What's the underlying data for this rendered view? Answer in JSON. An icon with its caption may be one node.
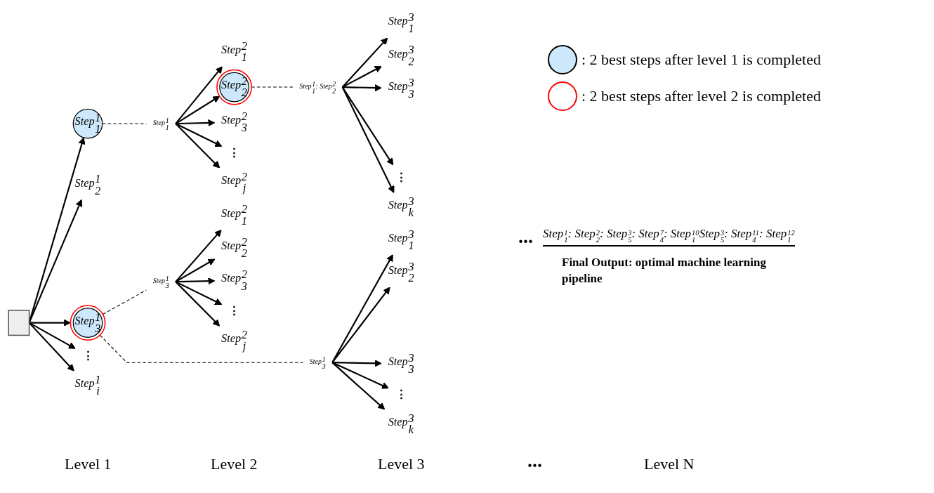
{
  "diagram": {
    "nodes": [
      {
        "text": [],
        "shape": "box"
      },
      {
        "text": [
          "Step$^{1}$$_{1}$"
        ]
      },
      {
        "text": [
          "Step$^{1}$$_{2}$"
        ]
      },
      {
        "text": [
          "Step$^{1}$$_{3}$"
        ]
      },
      {
        "text": [
          "⋮"
        ]
      },
      {
        "text": [
          "Step$^{1}$$_{i}$"
        ]
      },
      {
        "text": [
          "Step$^{1}$$_{1}$"
        ]
      },
      {
        "text": [
          "Step$^{2}$$_{1}$"
        ]
      },
      {
        "text": [
          "Step$^{2}$$_{2}$"
        ]
      },
      {
        "text": [
          "Step$^{2}$$_{3}$"
        ]
      },
      {
        "text": [
          "⋮"
        ]
      },
      {
        "text": [
          "Step$^{2}$$_{j}$"
        ]
      },
      {
        "text": [
          "Step$^{1}$$_{1}$: Step$^{2}$$_{2}$"
        ]
      },
      {
        "text": [
          "Step$^{3}$$_{1}$"
        ]
      },
      {
        "text": [
          "Step$^{3}$$_{2}$"
        ]
      },
      {
        "text": [
          "Step$^{3}$$_{3}$"
        ]
      },
      {
        "text": [
          "⋮"
        ]
      },
      {
        "text": [
          "Step$^{3}$$_{k}$"
        ]
      },
      {
        "text": [
          "Step$^{1}$$_{3}$"
        ]
      },
      {
        "text": [
          "Step$^{3}$$_{1}$"
        ]
      },
      {
        "text": [
          "Step$^{3}$$_{2}$"
        ]
      },
      {
        "text": [
          "Step$^{3}$$_{3}$"
        ]
      },
      {
        "text": [
          "⋮"
        ]
      },
      {
        "text": [
          "Step$^{3}$$_{k}$"
        ]
      },
      {
        "text": [
          "Step$^{1}$$_{3}$"
        ]
      },
      {
        "text": [
          "Step$^{2}$$_{1}$"
        ]
      },
      {
        "text": [
          "Step$^{2}$$_{2}$"
        ]
      },
      {
        "text": [
          "Step$^{2}$$_{3}$"
        ]
      },
      {
        "text": [
          "⋮"
        ]
      },
      {
        "text": [
          "Step$^{2}$$_{j}$"
        ]
      }
    ],
    "edges": [
      {
        "from": 0,
        "to": 1,
        "arrow": "to"
      },
      {
        "from": 0,
        "to": 2,
        "arrow": "to"
      },
      {
        "from": 0,
        "to": 3,
        "arrow": "to"
      },
      {
        "from": 0,
        "to": 4,
        "arrow": "to"
      },
      {
        "from": 0,
        "to": 5,
        "arrow": "to"
      },
      {
        "from": 1,
        "to": 6,
        "arrow": "none",
        "style": "dashed"
      },
      {
        "from": 6,
        "to": 7,
        "arrow": "to"
      },
      {
        "from": 6,
        "to": 8,
        "arrow": "to"
      },
      {
        "from": 6,
        "to": 9,
        "arrow": "to"
      },
      {
        "from": 6,
        "to": 10,
        "arrow": "to"
      },
      {
        "from": 6,
        "to": 11,
        "arrow": "to"
      },
      {
        "from": 8,
        "to": 12,
        "arrow": "none",
        "style": "dashed"
      },
      {
        "from": 12,
        "to": 13,
        "arrow": "to"
      },
      {
        "from": 12,
        "to": 14,
        "arrow": "to"
      },
      {
        "from": 12,
        "to": 15,
        "arrow": "to"
      },
      {
        "from": 12,
        "to": 16,
        "arrow": "to"
      },
      {
        "from": 12,
        "to": 17,
        "arrow": "to"
      },
      {
        "from": 3,
        "to": 18,
        "arrow": "none",
        "style": "dashed"
      },
      {
        "from": 18,
        "to": 19,
        "arrow": "to"
      },
      {
        "from": 18,
        "to": 20,
        "arrow": "to"
      },
      {
        "from": 18,
        "to": 21,
        "arrow": "to"
      },
      {
        "from": 18,
        "to": 22,
        "arrow": "to"
      },
      {
        "from": 18,
        "to": 23,
        "arrow": "to"
      },
      {
        "from": 3,
        "to": 24,
        "arrow": "none",
        "style": "dashed"
      },
      {
        "from": 24,
        "to": 25,
        "arrow": "to"
      },
      {
        "from": 24,
        "to": 26,
        "arrow": "to"
      },
      {
        "from": 24,
        "to": 27,
        "arrow": "to"
      },
      {
        "from": 24,
        "to": 28,
        "arrow": "to"
      },
      {
        "from": 24,
        "to": 29,
        "arrow": "to"
      }
    ],
    "labels": [
      "...",
      "Step$^{1}$$_{1}$: Step$^{2}$$_{2}$: Step$^{3}$$_{5}$: Step$^{7}$$_{4}$: Step$^{10}$$_{1}$Step$^{3}$$_{5}$: Step$^{11}$$_{4}$: Step$^{12}$$_{1}$",
      "Final Output: optimal machine learning pipeline",
      "Level 1",
      "Level 2",
      "Level 3",
      "...",
      "Level N"
    ],
    "legend": [
      {
        "text": ": 2 best steps after level 1 is completed",
        "color": "#cde8fa"
      },
      {
        "text": ": 2 best steps after level 2 is completed",
        "color": "#ff0000"
      }
    ]
  }
}
